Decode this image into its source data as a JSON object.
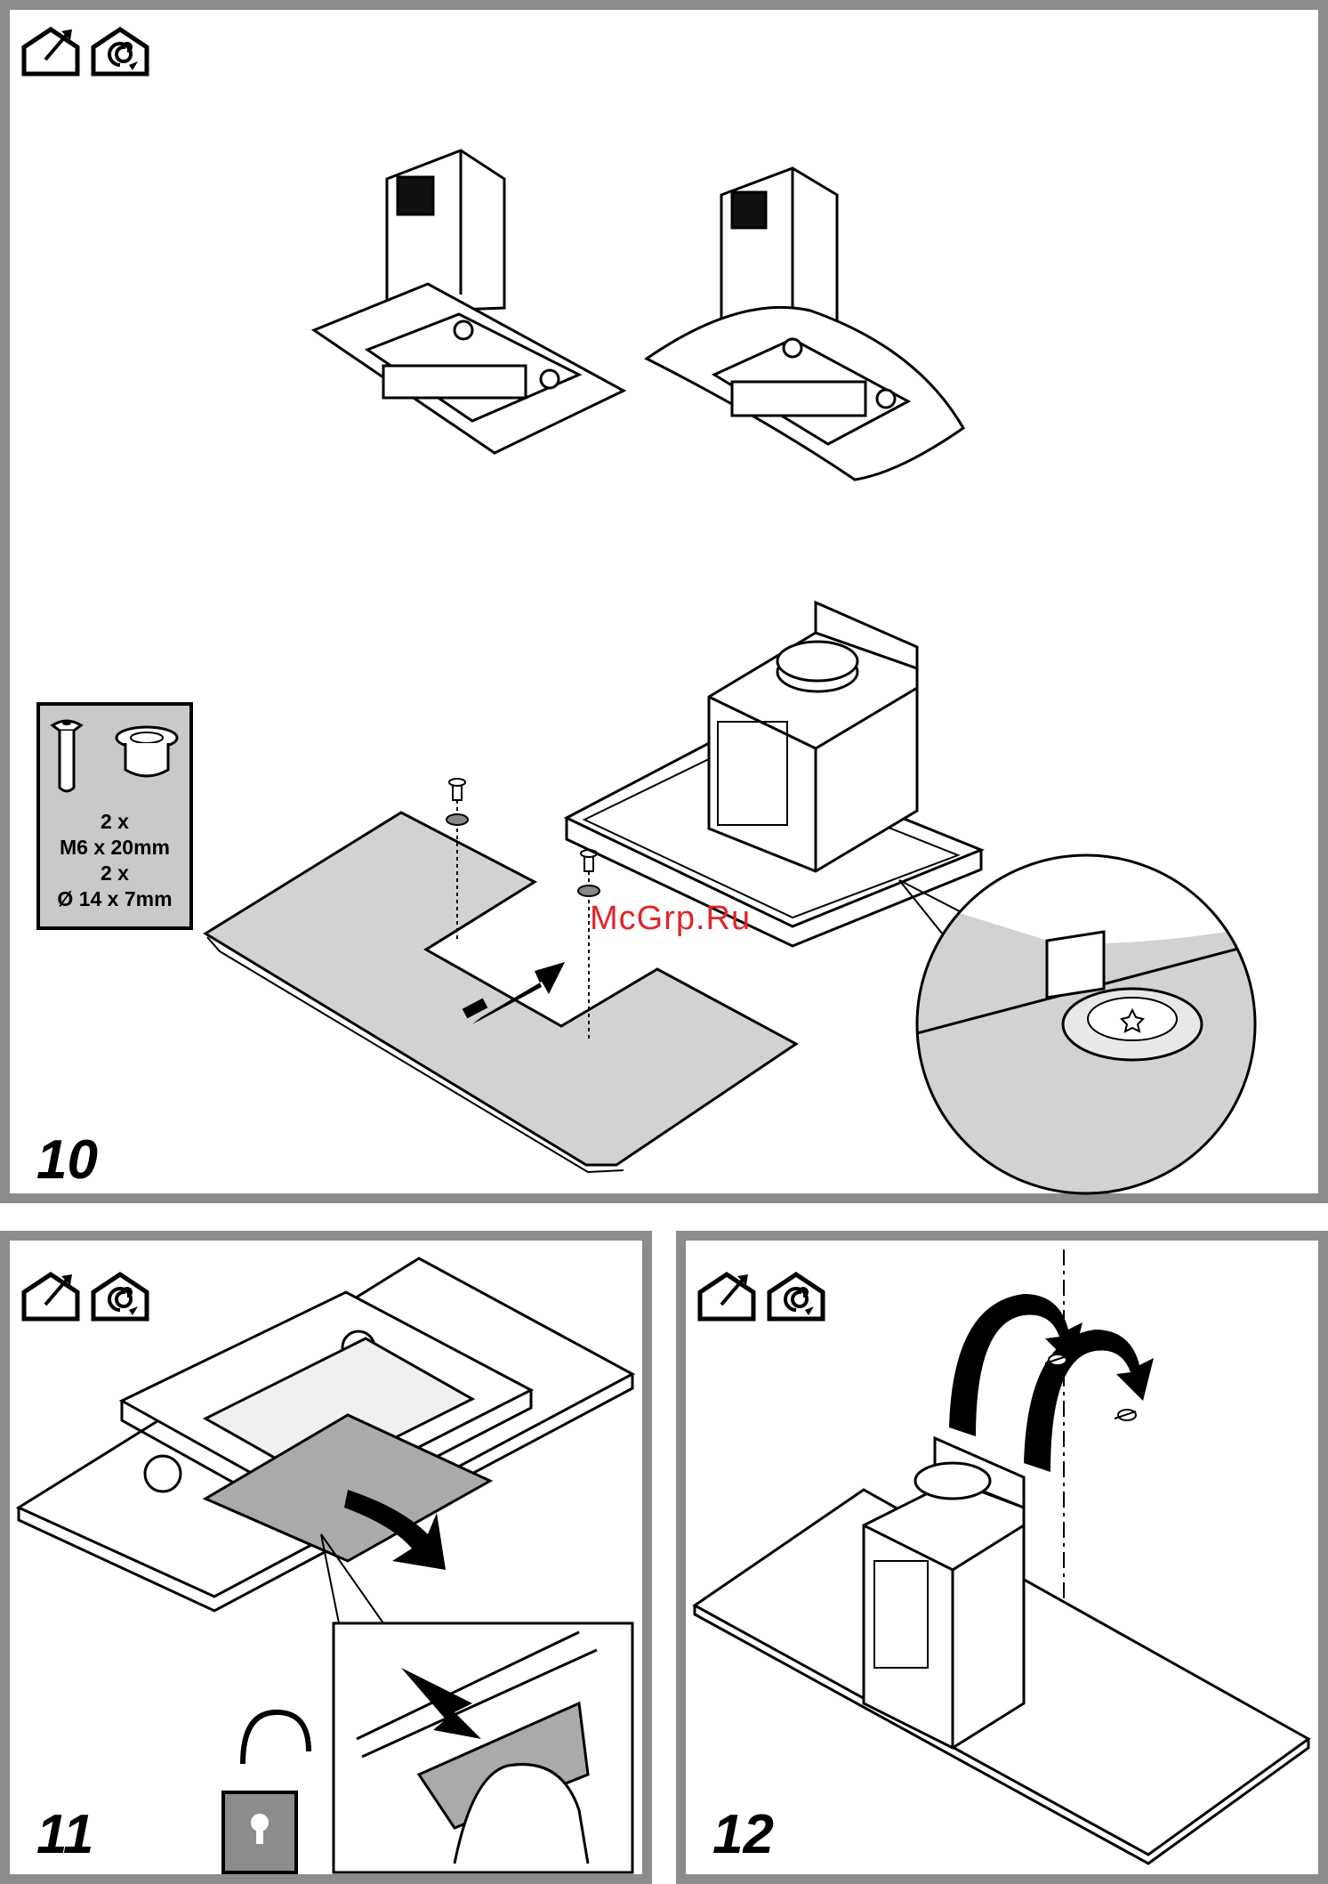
{
  "watermark": "McGrp.Ru",
  "steps": [
    {
      "number": "10",
      "icons": [
        "ducted-extraction-icon",
        "recirculation-icon"
      ]
    },
    {
      "number": "11",
      "icons": [
        "ducted-extraction-icon",
        "recirculation-icon"
      ]
    },
    {
      "number": "12",
      "icons": [
        "ducted-extraction-icon",
        "recirculation-icon"
      ]
    }
  ],
  "parts": {
    "screw": {
      "qty": "2 x",
      "spec": "M6 x 20mm"
    },
    "washer": {
      "qty": "2 x",
      "spec": "Ø 14 x 7mm"
    }
  }
}
